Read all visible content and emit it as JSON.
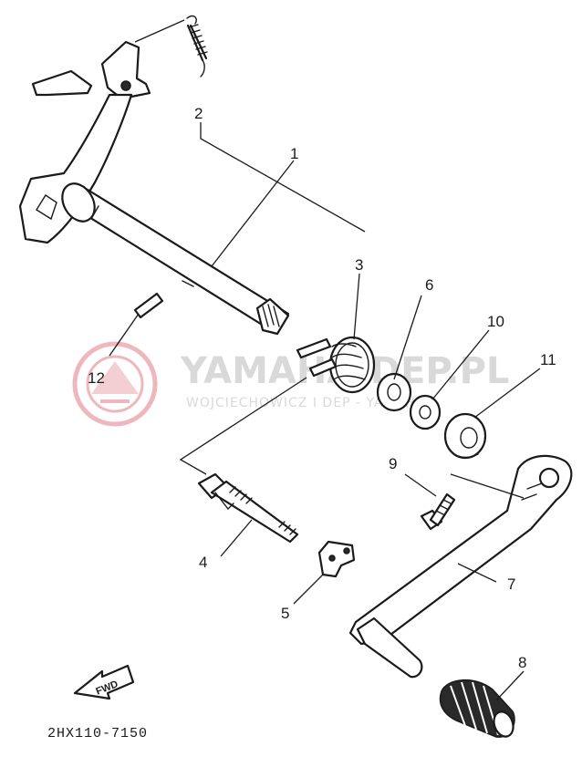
{
  "watermark": {
    "brand": "YAMAHA-DEP.PL",
    "subtitle": "WOJCIECHOWICZ I DEP - YAMAHA",
    "logo_color": "#e8a0a8"
  },
  "diagram": {
    "code": "2HX110-7150",
    "fwd_label": "FWD",
    "callouts": [
      {
        "id": "1",
        "part": "shift-shaft"
      },
      {
        "id": "2",
        "part": "spring"
      },
      {
        "id": "3",
        "part": "torsion-spring"
      },
      {
        "id": "4",
        "part": "stud-bolt"
      },
      {
        "id": "5",
        "part": "stopper-plate"
      },
      {
        "id": "6",
        "part": "washer"
      },
      {
        "id": "7",
        "part": "shift-pedal"
      },
      {
        "id": "8",
        "part": "pedal-rubber"
      },
      {
        "id": "9",
        "part": "bolt"
      },
      {
        "id": "10",
        "part": "washer"
      },
      {
        "id": "11",
        "part": "oil-seal"
      },
      {
        "id": "12",
        "part": "pin"
      }
    ]
  }
}
